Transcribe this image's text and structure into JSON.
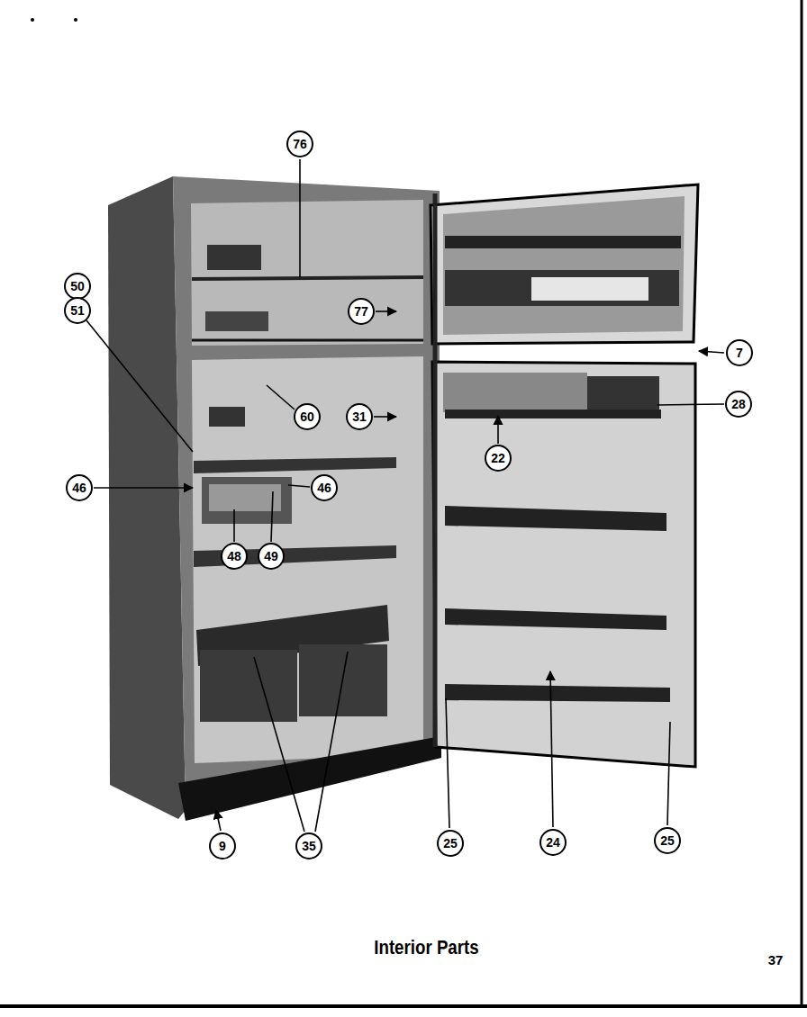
{
  "diagram": {
    "caption": "Interior Parts",
    "nodes": [
      {
        "text": [
          "76"
        ]
      },
      {
        "text": [
          "50"
        ]
      },
      {
        "text": [
          "51"
        ]
      },
      {
        "text": [
          "77"
        ]
      },
      {
        "text": [
          "7"
        ]
      },
      {
        "text": [
          "60"
        ]
      },
      {
        "text": [
          "31"
        ]
      },
      {
        "text": [
          "28"
        ]
      },
      {
        "text": [
          "22"
        ]
      },
      {
        "text": [
          "46"
        ]
      },
      {
        "text": [
          "46"
        ]
      },
      {
        "text": [
          "48"
        ]
      },
      {
        "text": [
          "49"
        ]
      },
      {
        "text": [
          "9"
        ]
      },
      {
        "text": [
          "35"
        ]
      },
      {
        "text": [
          "25"
        ]
      },
      {
        "text": [
          "24"
        ]
      },
      {
        "text": [
          "25"
        ]
      }
    ],
    "labels": [
      "37"
    ]
  }
}
